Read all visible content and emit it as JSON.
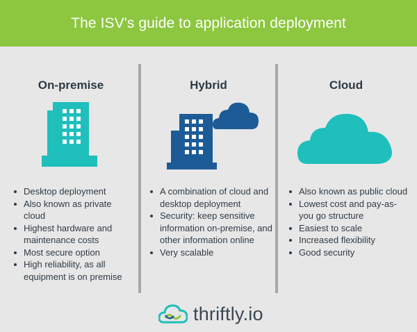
{
  "header": {
    "title": "The ISV's guide to application deployment"
  },
  "columns": [
    {
      "title": "On-premise",
      "icon": "office-building-icon",
      "bullets": [
        "Desktop deployment",
        "Also known as private cloud",
        "Highest hardware and maintenance costs",
        "Most secure option",
        "High reliability, as all equipment is on premise"
      ]
    },
    {
      "title": "Hybrid",
      "icon": "building-and-cloud-icon",
      "bullets": [
        "A combination of cloud and desktop deployment",
        "Security: keep sensitive information on-premise, and other information online",
        "Very scalable"
      ]
    },
    {
      "title": "Cloud",
      "icon": "cloud-icon",
      "bullets": [
        "Also known as public cloud",
        "Lowest cost and pay-as-you go structure",
        "Easiest to scale",
        "Increased flexibility",
        "Good security"
      ]
    }
  ],
  "logo": {
    "text": "thriftly.io",
    "icon": "thriftly-cloud-logo-icon"
  },
  "colors": {
    "header": "#8dc63f",
    "background": "#e7e7e7",
    "teal": "#1fbfbb",
    "navy": "#1d5b96",
    "divider": "#a7a7a7"
  }
}
